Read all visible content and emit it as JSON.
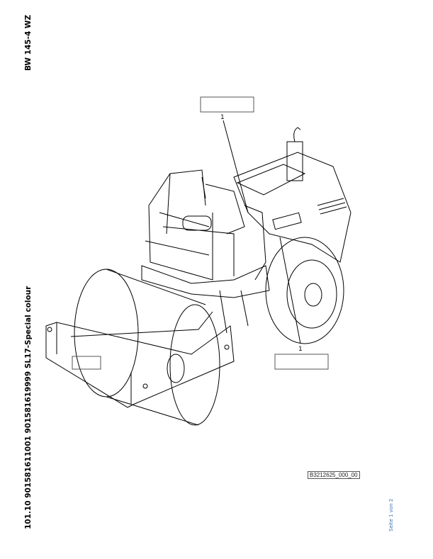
{
  "header": {
    "model": "BW 145-4 WZ"
  },
  "footer": {
    "identifier": "101.10 901581611001 901581619999 SL17-Special colour",
    "page": "Seite 1 von 2"
  },
  "drawing": {
    "reference": "B3212625_000_00",
    "callouts": [
      "1",
      "1"
    ]
  }
}
